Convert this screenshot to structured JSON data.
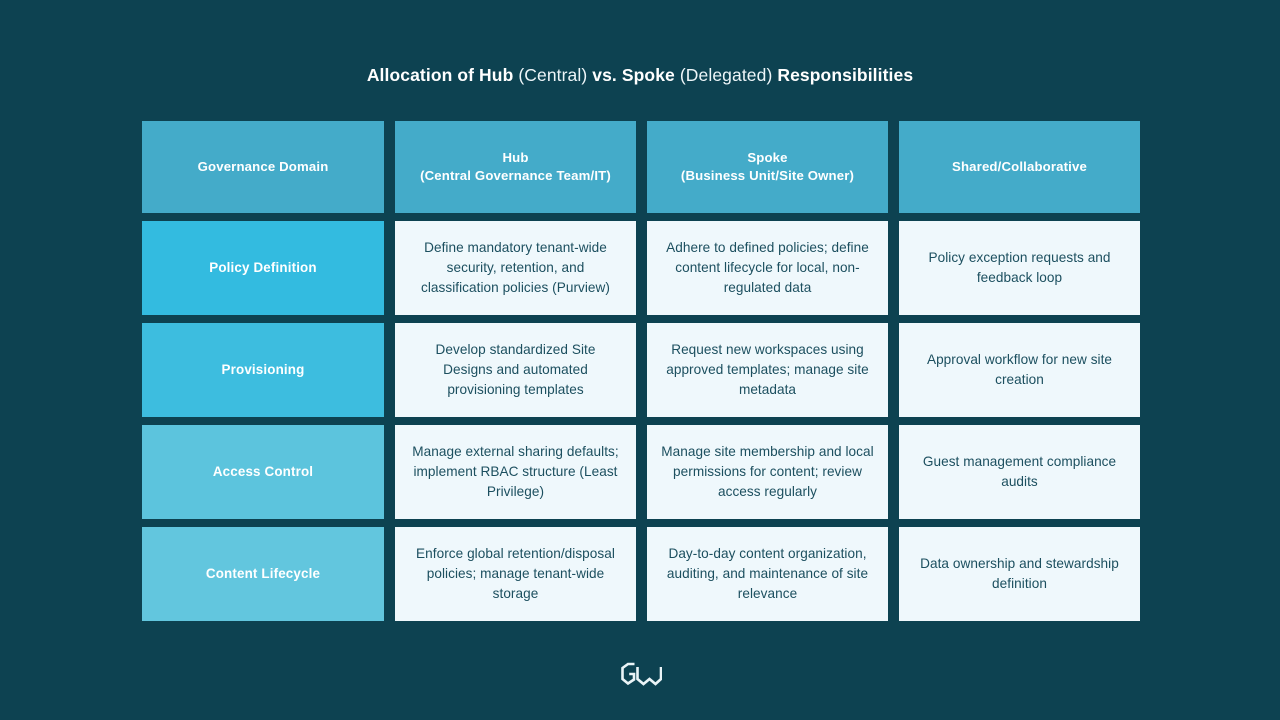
{
  "slide": {
    "background_color": "#0d4251",
    "title_parts": [
      {
        "text": "Allocation of Hub ",
        "weight": "bold"
      },
      {
        "text": "(Central) ",
        "weight": "regular"
      },
      {
        "text": "vs. Spoke ",
        "weight": "bold"
      },
      {
        "text": "(Delegated) ",
        "weight": "regular"
      },
      {
        "text": "Responsibilities",
        "weight": "bold"
      }
    ],
    "title_plain": "Allocation of Hub (Central) vs. Spoke (Delegated) Responsibilities"
  },
  "colors": {
    "background": "#0d4251",
    "header_cell": "#44abc9",
    "domain_cell_top": "#33bbe0",
    "domain_cell_bottom": "#62c6de",
    "content_cell": "#eff8fc",
    "content_text": "#1c4f5f",
    "header_text": "#ffffff",
    "logo": "#eaf4f7"
  },
  "table": {
    "headers": [
      {
        "line1": "Governance Domain",
        "line2": ""
      },
      {
        "line1": "Hub",
        "line2": "(Central Governance Team/IT)"
      },
      {
        "line1": "Spoke",
        "line2": "(Business Unit/Site Owner)"
      },
      {
        "line1": "Shared/Collaborative",
        "line2": ""
      }
    ],
    "rows": [
      {
        "domain": "Policy Definition",
        "hub": "Define mandatory tenant-wide security, retention, and classification policies (Purview)",
        "spoke": "Adhere to defined policies; define content lifecycle for local, non-regulated data",
        "shared": "Policy exception requests and feedback loop"
      },
      {
        "domain": "Provisioning",
        "hub": "Develop standardized Site Designs and automated provisioning templates",
        "spoke": "Request new workspaces using approved templates; manage site metadata",
        "shared": "Approval workflow for new site creation"
      },
      {
        "domain": "Access Control",
        "hub": "Manage external sharing defaults; implement RBAC structure (Least Privilege)",
        "spoke": "Manage site membership and local permissions for content; review access regularly",
        "shared": "Guest management compliance audits"
      },
      {
        "domain": "Content Lifecycle",
        "hub": "Enforce global retention/disposal policies; manage tenant-wide storage",
        "spoke": "Day-to-day content organization, auditing, and maintenance of site relevance",
        "shared": "Data ownership and stewardship definition"
      }
    ]
  },
  "footer": {
    "logo_name": "gw-monogram-logo"
  }
}
